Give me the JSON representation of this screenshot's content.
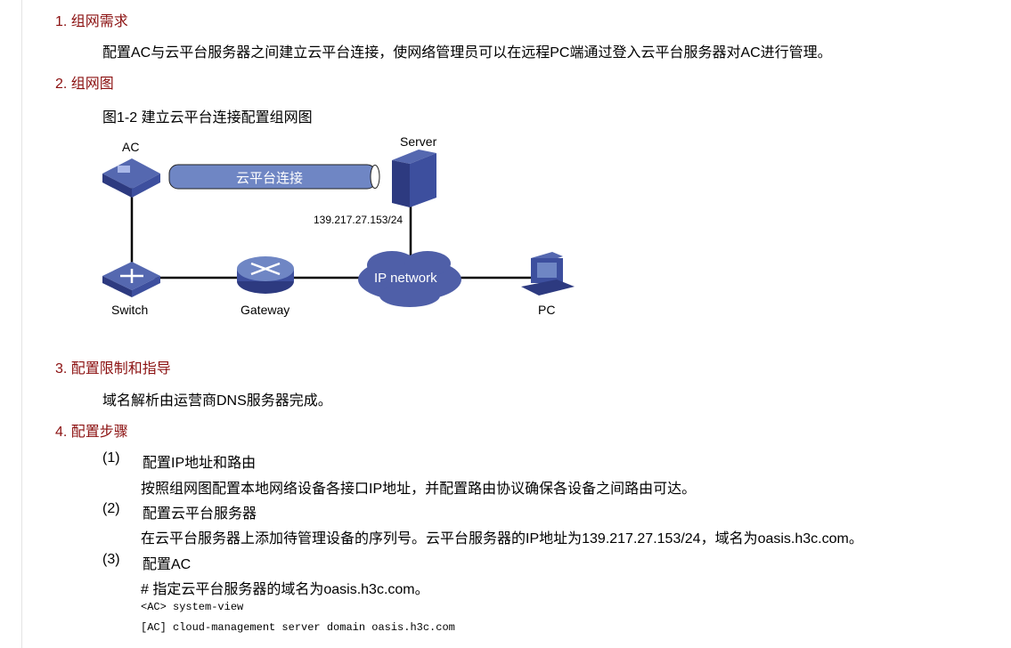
{
  "sections": [
    {
      "heading": "1. 组网需求",
      "body": "配置AC与云平台服务器之间建立云平台连接，使网络管理员可以在远程PC端通过登入云平台服务器对AC进行管理。"
    },
    {
      "heading": "2. 组网图",
      "caption": "图1-2 建立云平台连接配置组网图"
    },
    {
      "heading": "3. 配置限制和指导",
      "body": "域名解析由运营商DNS服务器完成。"
    },
    {
      "heading": "4. 配置步骤"
    }
  ],
  "diagram": {
    "ac": "AC",
    "server": "Server",
    "tunnel": "云平台连接",
    "ip": "139.217.27.153/24",
    "switch": "Switch",
    "gateway": "Gateway",
    "cloud": "IP network",
    "pc": "PC",
    "colors": {
      "device": "#3d4f9e",
      "tunnel": "#6f86c4"
    }
  },
  "steps": [
    {
      "num": "(1)",
      "title": "配置IP地址和路由",
      "desc": "按照组网图配置本地网络设备各接口IP地址，并配置路由协议确保各设备之间路由可达。"
    },
    {
      "num": "(2)",
      "title": "配置云平台服务器",
      "desc": "在云平台服务器上添加待管理设备的序列号。云平台服务器的IP地址为139.217.27.153/24，域名为oasis.h3c.com。"
    },
    {
      "num": "(3)",
      "title": "配置AC",
      "desc": "# 指定云平台服务器的域名为oasis.h3c.com。"
    }
  ],
  "code": [
    "<AC> system-view",
    "[AC] cloud-management server domain oasis.h3c.com"
  ]
}
